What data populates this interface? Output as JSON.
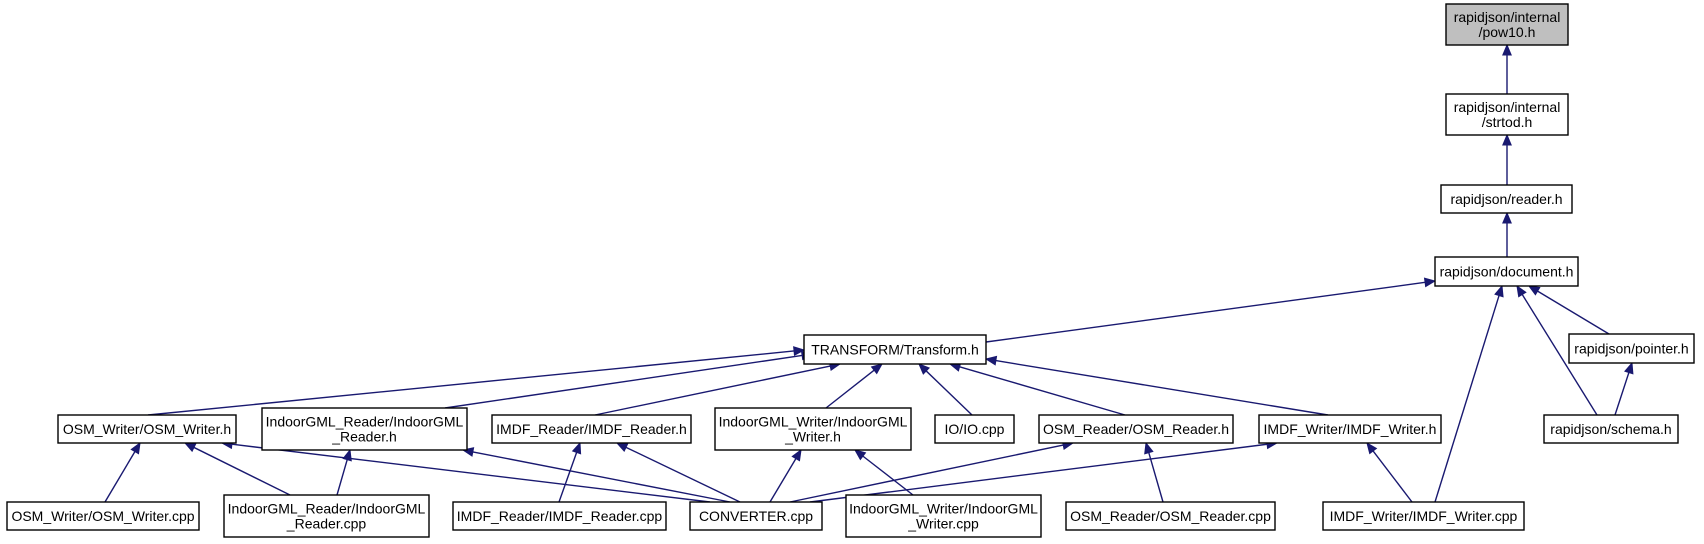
{
  "diagram": {
    "type": "include-dependency-graph",
    "colors": {
      "edge": "#191970",
      "root_fill": "#bfbfbf",
      "node_fill": "#ffffff",
      "border": "#000000"
    },
    "nodes": [
      {
        "id": "pow10",
        "lines": [
          "rapidjson/internal",
          "/pow10.h"
        ],
        "root": true
      },
      {
        "id": "strtod",
        "lines": [
          "rapidjson/internal",
          "/strtod.h"
        ]
      },
      {
        "id": "reader",
        "lines": [
          "rapidjson/reader.h"
        ]
      },
      {
        "id": "document",
        "lines": [
          "rapidjson/document.h"
        ]
      },
      {
        "id": "transform",
        "lines": [
          "TRANSFORM/Transform.h"
        ]
      },
      {
        "id": "pointer",
        "lines": [
          "rapidjson/pointer.h"
        ]
      },
      {
        "id": "osm_writer_h",
        "lines": [
          "OSM_Writer/OSM_Writer.h"
        ]
      },
      {
        "id": "igml_reader_h",
        "lines": [
          "IndoorGML_Reader/IndoorGML",
          "_Reader.h"
        ]
      },
      {
        "id": "imdf_reader_h",
        "lines": [
          "IMDF_Reader/IMDF_Reader.h"
        ]
      },
      {
        "id": "igml_writer_h",
        "lines": [
          "IndoorGML_Writer/IndoorGML",
          "_Writer.h"
        ]
      },
      {
        "id": "io_cpp",
        "lines": [
          "IO/IO.cpp"
        ]
      },
      {
        "id": "osm_reader_h",
        "lines": [
          "OSM_Reader/OSM_Reader.h"
        ]
      },
      {
        "id": "imdf_writer_h",
        "lines": [
          "IMDF_Writer/IMDF_Writer.h"
        ]
      },
      {
        "id": "schema",
        "lines": [
          "rapidjson/schema.h"
        ]
      },
      {
        "id": "osm_writer_cpp",
        "lines": [
          "OSM_Writer/OSM_Writer.cpp"
        ]
      },
      {
        "id": "igml_reader_cpp",
        "lines": [
          "IndoorGML_Reader/IndoorGML",
          "_Reader.cpp"
        ]
      },
      {
        "id": "imdf_reader_cpp",
        "lines": [
          "IMDF_Reader/IMDF_Reader.cpp"
        ]
      },
      {
        "id": "converter",
        "lines": [
          "CONVERTER.cpp"
        ]
      },
      {
        "id": "igml_writer_cpp",
        "lines": [
          "IndoorGML_Writer/IndoorGML",
          "_Writer.cpp"
        ]
      },
      {
        "id": "osm_reader_cpp",
        "lines": [
          "OSM_Reader/OSM_Reader.cpp"
        ]
      },
      {
        "id": "imdf_writer_cpp",
        "lines": [
          "IMDF_Writer/IMDF_Writer.cpp"
        ]
      }
    ],
    "edges": [
      {
        "from": "strtod",
        "to": "pow10"
      },
      {
        "from": "reader",
        "to": "strtod"
      },
      {
        "from": "document",
        "to": "reader"
      },
      {
        "from": "transform",
        "to": "document"
      },
      {
        "from": "pointer",
        "to": "document"
      },
      {
        "from": "schema",
        "to": "document"
      },
      {
        "from": "imdf_writer_cpp",
        "to": "document"
      },
      {
        "from": "schema",
        "to": "pointer"
      },
      {
        "from": "osm_writer_h",
        "to": "transform"
      },
      {
        "from": "igml_reader_h",
        "to": "transform"
      },
      {
        "from": "imdf_reader_h",
        "to": "transform"
      },
      {
        "from": "igml_writer_h",
        "to": "transform"
      },
      {
        "from": "io_cpp",
        "to": "transform"
      },
      {
        "from": "osm_reader_h",
        "to": "transform"
      },
      {
        "from": "imdf_writer_h",
        "to": "transform"
      },
      {
        "from": "osm_writer_cpp",
        "to": "osm_writer_h"
      },
      {
        "from": "igml_reader_cpp",
        "to": "osm_writer_h"
      },
      {
        "from": "converter",
        "to": "osm_writer_h"
      },
      {
        "from": "igml_reader_cpp",
        "to": "igml_reader_h"
      },
      {
        "from": "converter",
        "to": "igml_reader_h"
      },
      {
        "from": "imdf_reader_cpp",
        "to": "imdf_reader_h"
      },
      {
        "from": "converter",
        "to": "imdf_reader_h"
      },
      {
        "from": "converter",
        "to": "igml_writer_h"
      },
      {
        "from": "igml_writer_cpp",
        "to": "igml_writer_h"
      },
      {
        "from": "converter",
        "to": "osm_reader_h"
      },
      {
        "from": "osm_reader_cpp",
        "to": "osm_reader_h"
      },
      {
        "from": "converter",
        "to": "imdf_writer_h"
      },
      {
        "from": "imdf_writer_cpp",
        "to": "imdf_writer_h"
      }
    ]
  }
}
